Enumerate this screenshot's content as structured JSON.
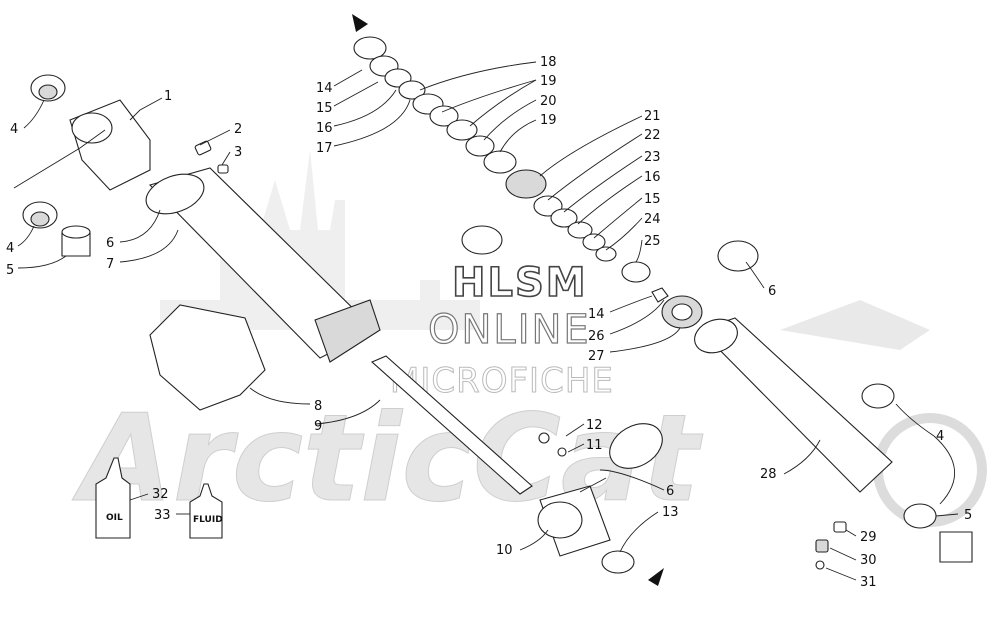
{
  "watermark": {
    "brand": "ArcticCat",
    "line1": "HLSM",
    "line2": "ONLINE",
    "line3": "MICROFICHE"
  },
  "bottles": {
    "oil": "OIL",
    "fluid": "FLUID"
  },
  "callouts": {
    "c1": "1",
    "c2": "2",
    "c3": "3",
    "c4a": "4",
    "c4b": "4",
    "c4c": "4",
    "c5a": "5",
    "c5b": "5",
    "c6a": "6",
    "c6b": "6",
    "c6c": "6",
    "c7": "7",
    "c8": "8",
    "c9": "9",
    "c10": "10",
    "c11": "11",
    "c12": "12",
    "c13": "13",
    "c14a": "14",
    "c14b": "14",
    "c15a": "15",
    "c15b": "15",
    "c16a": "16",
    "c16b": "16",
    "c17": "17",
    "c18": "18",
    "c19a": "19",
    "c19b": "19",
    "c20": "20",
    "c21": "21",
    "c22": "22",
    "c23": "23",
    "c24": "24",
    "c25": "25",
    "c26": "26",
    "c27": "27",
    "c28": "28",
    "c29": "29",
    "c30": "30",
    "c31": "31",
    "c32": "32",
    "c33": "33"
  }
}
